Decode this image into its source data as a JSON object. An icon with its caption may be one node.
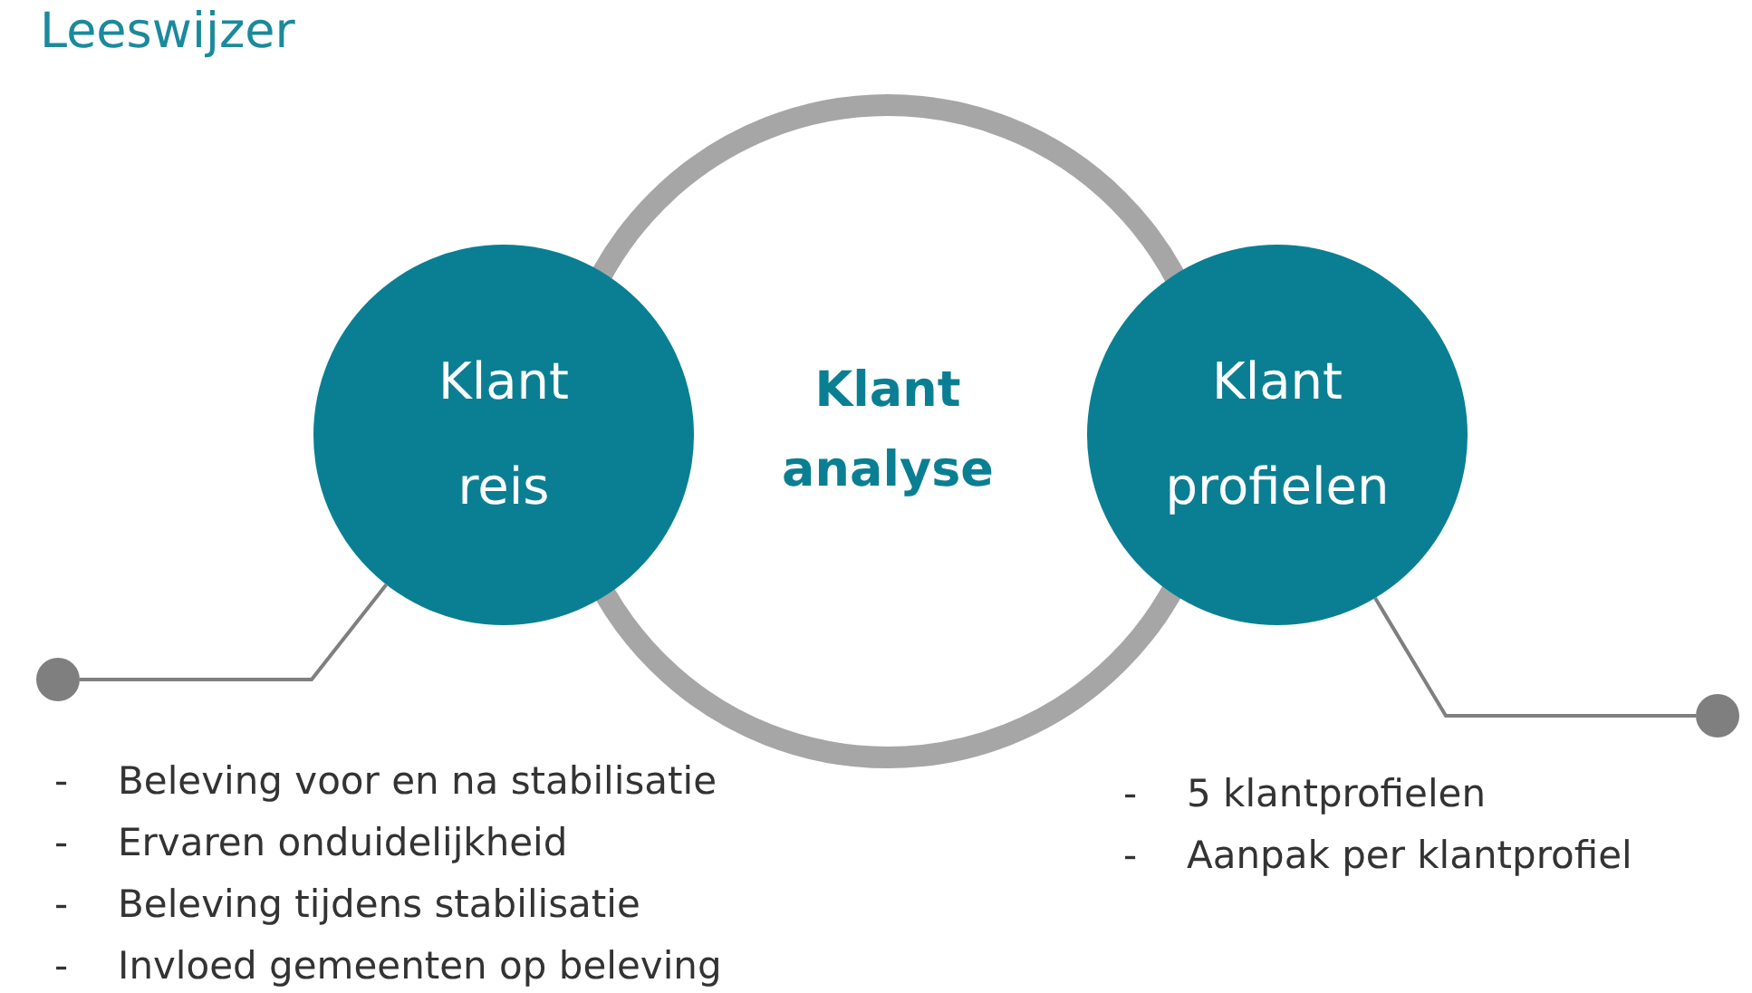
{
  "diagram": {
    "title": "Leeswijzer",
    "nodes": [
      {
        "text": [
          "Klant analyse"
        ]
      },
      {
        "text": [
          "Klant reis"
        ]
      },
      {
        "text": [
          "Klant profielen"
        ]
      },
      {
        "text": [],
        "shape": "circle"
      },
      {
        "text": [],
        "shape": "circle"
      }
    ],
    "edges": [
      {
        "from": 1,
        "to": 3,
        "arrow": "none"
      },
      {
        "from": 2,
        "to": 4,
        "arrow": "none"
      }
    ],
    "labels": [
      "-",
      "Beleving voor en na stabilisatie",
      "-",
      "Ervaren onduidelijkheid",
      "-",
      "Beleving tijdens stabilisatie",
      "-",
      "Invloed gemeenten op beleving",
      "-",
      "5 klantprofielen",
      "-",
      "Aanpak per klantprofiel"
    ]
  }
}
